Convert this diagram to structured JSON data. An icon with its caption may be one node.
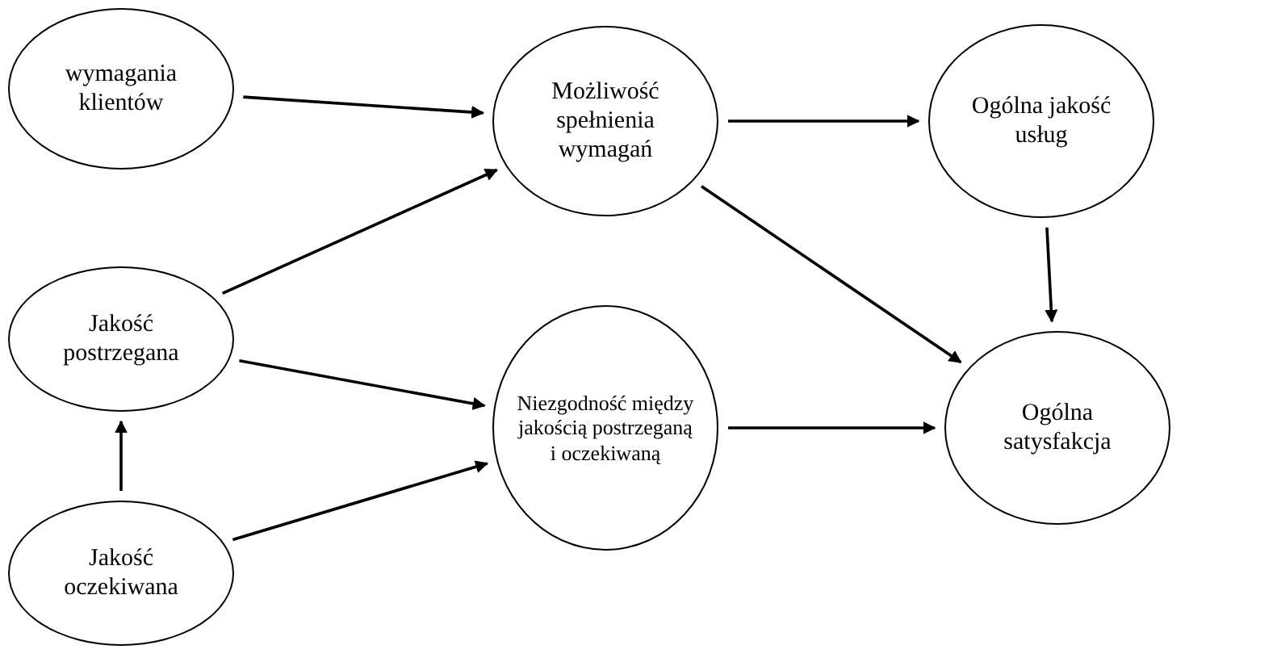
{
  "diagram": {
    "nodes": [
      {
        "text": [
          "wymagania klientów"
        ]
      },
      {
        "text": [
          "Możliwość spełnienia wymagań"
        ]
      },
      {
        "text": [
          "Ogólna jakość usług"
        ]
      },
      {
        "text": [
          "Jakość postrzegana"
        ]
      },
      {
        "text": [
          "Niezgodność między jakością postrzeganą i oczekiwaną"
        ]
      },
      {
        "text": [
          "Ogólna satysfakcja"
        ]
      },
      {
        "text": [
          "Jakość oczekiwana"
        ]
      }
    ],
    "edges": [
      {
        "from": 0,
        "to": 1,
        "arrow": "to"
      },
      {
        "from": 3,
        "to": 1,
        "arrow": "to"
      },
      {
        "from": 3,
        "to": 4,
        "arrow": "to"
      },
      {
        "from": 6,
        "to": 3,
        "arrow": "to"
      },
      {
        "from": 6,
        "to": 4,
        "arrow": "to"
      },
      {
        "from": 1,
        "to": 2,
        "arrow": "to"
      },
      {
        "from": 1,
        "to": 5,
        "arrow": "to"
      },
      {
        "from": 2,
        "to": 5,
        "arrow": "to"
      },
      {
        "from": 4,
        "to": 5,
        "arrow": "to"
      }
    ]
  }
}
